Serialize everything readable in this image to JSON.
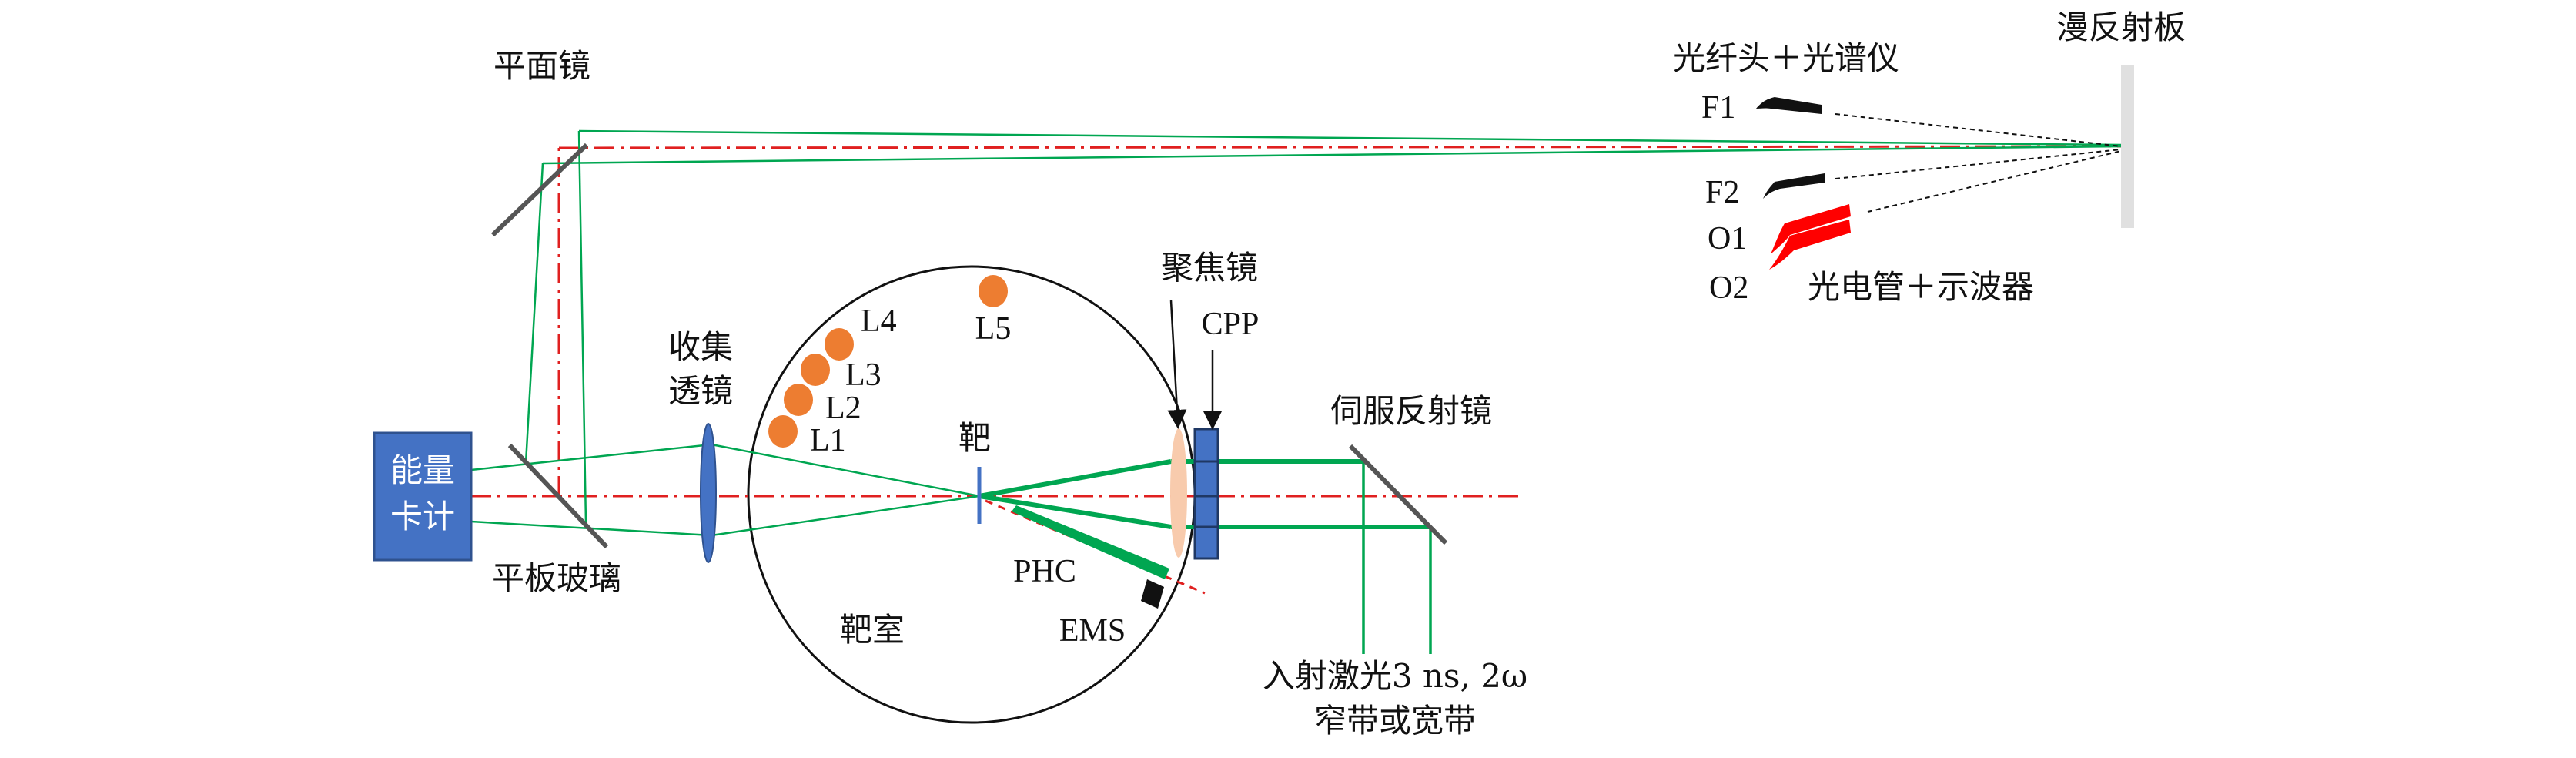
{
  "labels": {
    "flat_mirror": "平面镜",
    "plate_glass": "平板玻璃",
    "energy_meter_line1": "能量",
    "energy_meter_line2": "卡计",
    "collect_lens_line1": "收集",
    "collect_lens_line2": "透镜",
    "target": "靶",
    "target_chamber": "靶室",
    "phc": "PHC",
    "ems": "EMS",
    "focus_lens": "聚焦镜",
    "cpp": "CPP",
    "servo_mirror": "伺服反射镜",
    "incident_laser_line1": "入射激光3 ns, 2ω",
    "incident_laser_line2": "窄带或宽带",
    "diffuse_plate": "漫反射板",
    "fiber_spectrometer": "光纤头＋光谱仪",
    "phototube_oscilloscope": "光电管＋示波器",
    "f1": "F1",
    "f2": "F2",
    "o1": "O1",
    "o2": "O2",
    "l1": "L1",
    "l2": "L2",
    "l3": "L3",
    "l4": "L4",
    "l5": "L5"
  },
  "colors": {
    "beam_green": "#00a651",
    "axis_red": "#e02020",
    "component_blue": "#4472c4",
    "sensor_orange": "#ed7d31",
    "focus_lens_fill": "#f8cbad",
    "mirror_gray": "#555555",
    "diffuse_plate_gray": "#e0e0e0",
    "phototube_red": "#ff0000"
  }
}
